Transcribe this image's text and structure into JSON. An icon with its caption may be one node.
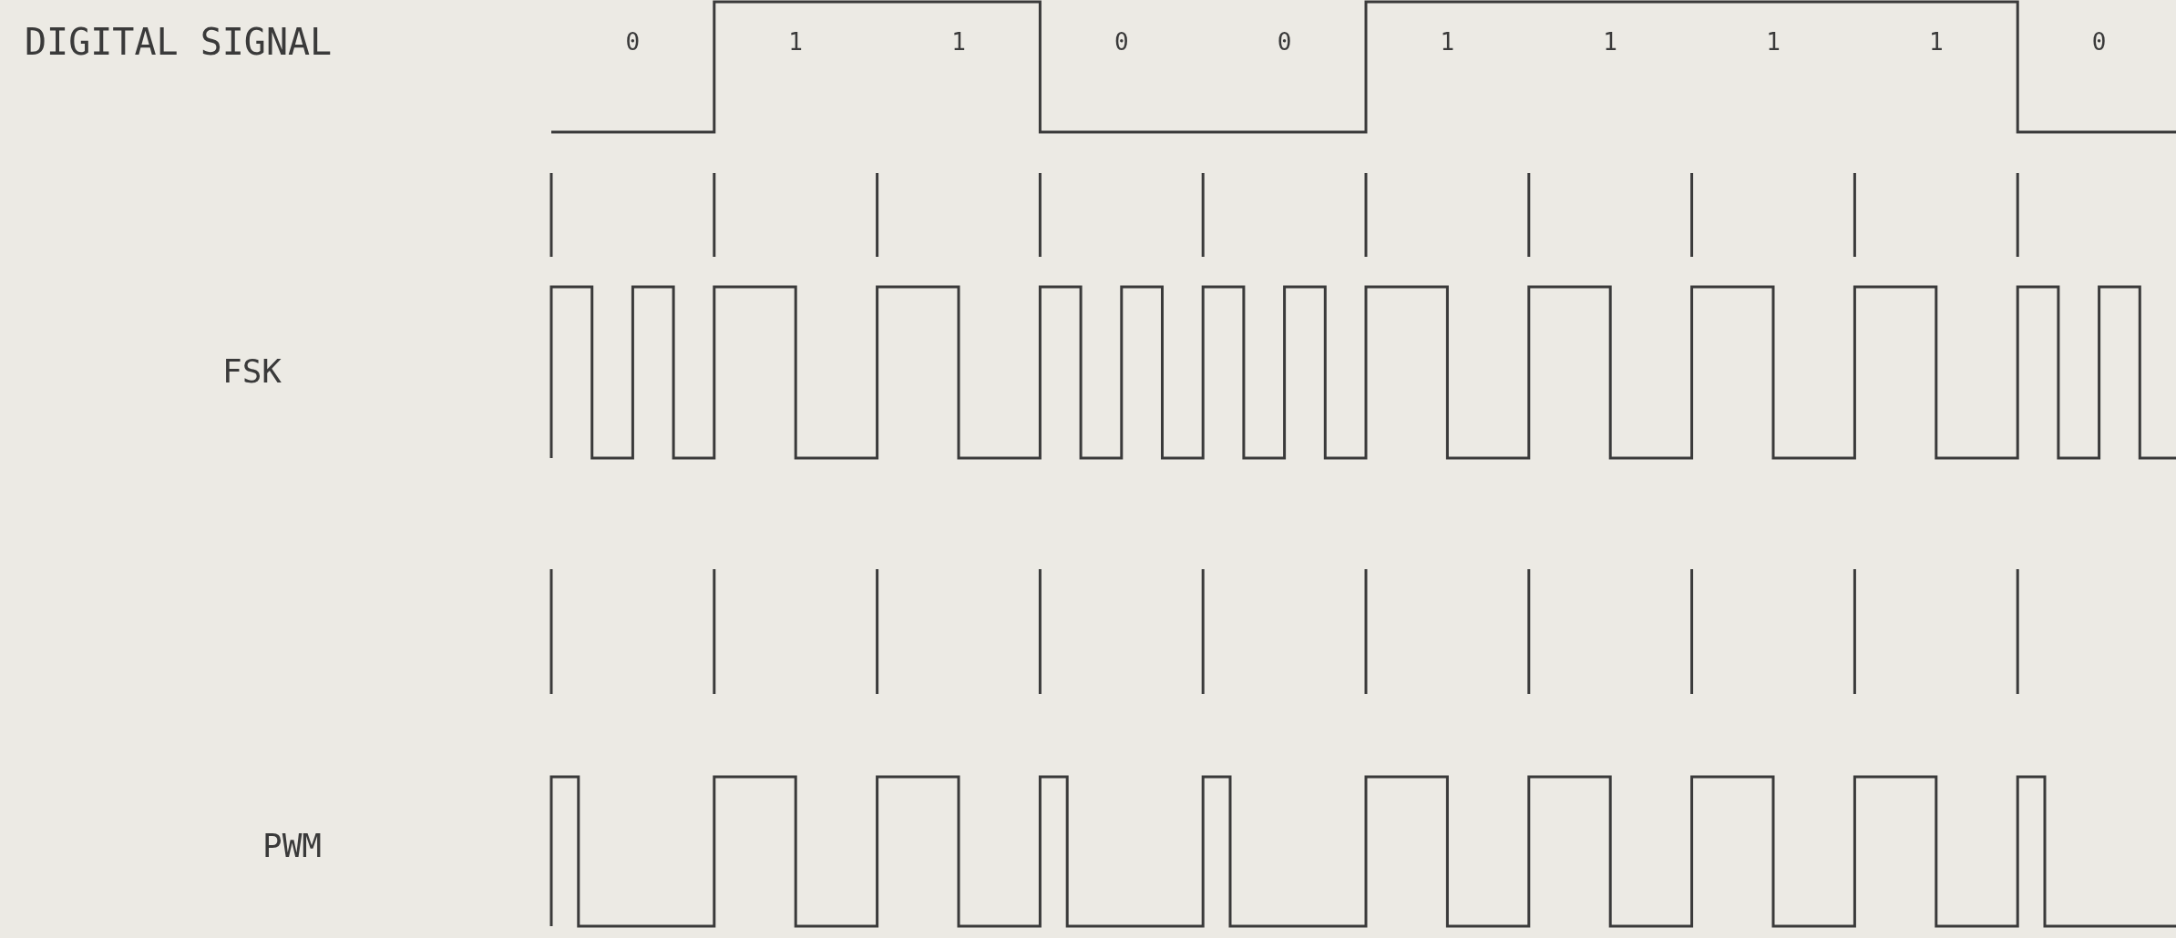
{
  "diagram": {
    "labels": [
      "DIGITAL SIGNAL",
      "0",
      "1",
      "1",
      "0",
      "0",
      "1",
      "1",
      "1",
      "1",
      "0",
      "FSK",
      "PWM"
    ]
  }
}
